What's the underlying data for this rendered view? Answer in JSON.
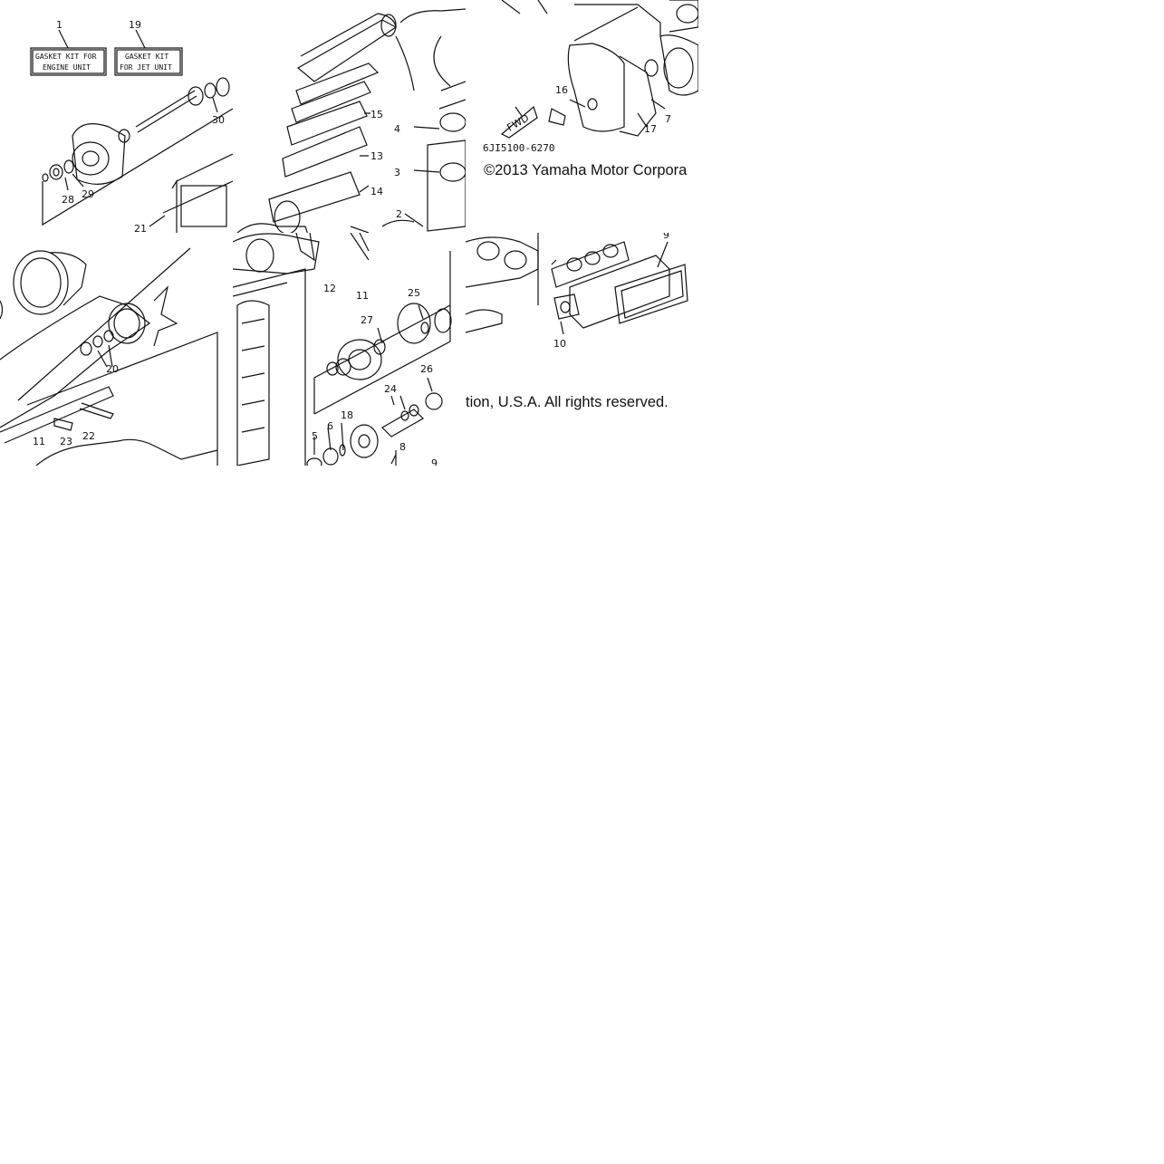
{
  "kits": {
    "engine": {
      "number": "1",
      "line1": "GASKET KIT FOR",
      "line2": "ENGINE UNIT"
    },
    "jet": {
      "number": "19",
      "line1": "GASKET KIT",
      "line2": "FOR JET UNIT"
    }
  },
  "diagram_code": "6JI5100-6270",
  "fwd_label": "FWD",
  "copyright_part1": "©2013 Yamaha Motor Corpora",
  "copyright_part2": "tion, U.S.A. All rights reserved.",
  "part_labels": {
    "l2": "2",
    "l3": "3",
    "l4": "4",
    "l5": "5",
    "l6": "6",
    "l7": "7",
    "l8": "8",
    "l9": "9",
    "l10": "10",
    "l11a": "11",
    "l11b": "11",
    "l12": "12",
    "l13": "13",
    "l14": "14",
    "l15": "15",
    "l16": "16",
    "l17": "17",
    "l18": "18",
    "l20": "20",
    "l21": "21",
    "l22": "22",
    "l23": "23",
    "l24": "24",
    "l25": "25",
    "l26": "26",
    "l27": "27",
    "l28": "28",
    "l29": "29",
    "l30": "30"
  }
}
